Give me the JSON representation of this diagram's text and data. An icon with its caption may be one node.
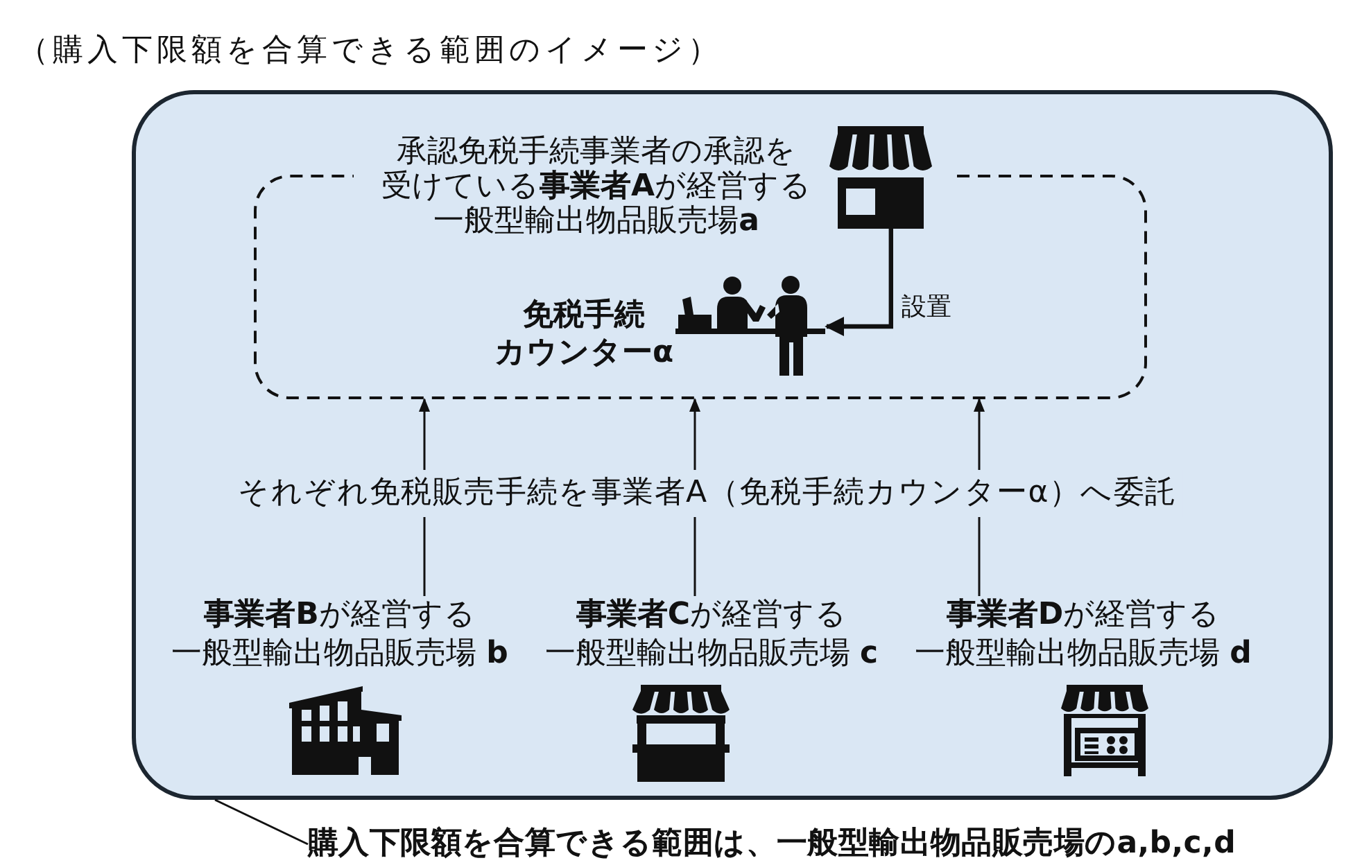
{
  "diagram": {
    "title": "（購入下限額を合算できる範囲のイメージ）",
    "nodes": [
      {
        "text": [],
        "shape": "box"
      },
      {
        "text": [
          "承認免税手続事業者の承認を受けている**事業者A**が経営する一般型輸出物品販売場**a**"
        ],
        "in": 0
      },
      {
        "text": [],
        "shape": "picture",
        "in": 0
      },
      {
        "text": [
          "免税手続カウンターα"
        ],
        "in": 1
      },
      {
        "text": [
          "**事業者B**が経営する一般型輸出物品販売場 **b**"
        ],
        "in": 0
      },
      {
        "text": [
          "**事業者C**が経営する一般型輸出物品販売場 **c**"
        ],
        "in": 0
      },
      {
        "text": [
          "**事業者D**が経営する一般型輸出物品販売場 **d**"
        ],
        "in": 0
      },
      {
        "text": [
          "購入下限額を合算できる範囲は、一般型輸出物品販売場のa,b,c,d"
        ]
      }
    ],
    "edges": [
      {
        "from": 2,
        "to": 3,
        "arrow": "to",
        "label": "設置",
        "style": "thick"
      },
      {
        "from": 4,
        "to": 1,
        "arrow": "to"
      },
      {
        "from": 5,
        "to": 1,
        "arrow": "to",
        "label": "それぞれ免税販売手続を事業者A（免税手続カウンターα）へ委託"
      },
      {
        "from": 6,
        "to": 1,
        "arrow": "to"
      },
      {
        "from": 7,
        "to": 0,
        "arrow": "none"
      }
    ]
  }
}
